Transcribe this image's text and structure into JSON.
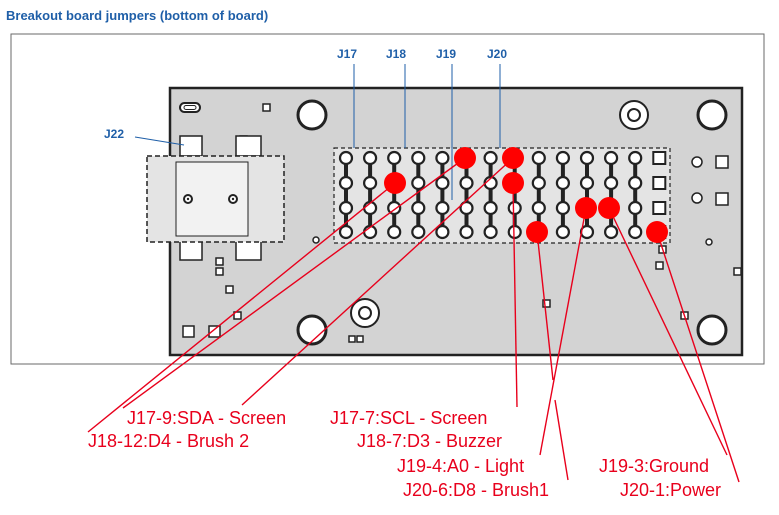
{
  "title": "Breakout board jumpers (bottom of board)",
  "connector_labels": [
    "J17",
    "J18",
    "J19",
    "J20",
    "J22"
  ],
  "annotations": [
    "J17-9:SDA - Screen",
    "J18-12:D4 - Brush 2",
    "J17-7:SCL - Screen",
    "J18-7:D3 - Buzzer",
    "J19-4:A0 - Light",
    "J20-6:D8 - Brush1",
    "J19-3:Ground",
    "J20-1:Power"
  ],
  "colors": {
    "heading": "#1f5fa8",
    "jumper": "#ff0000",
    "annotation": "#e8001c",
    "board": "#d3d3d3"
  }
}
